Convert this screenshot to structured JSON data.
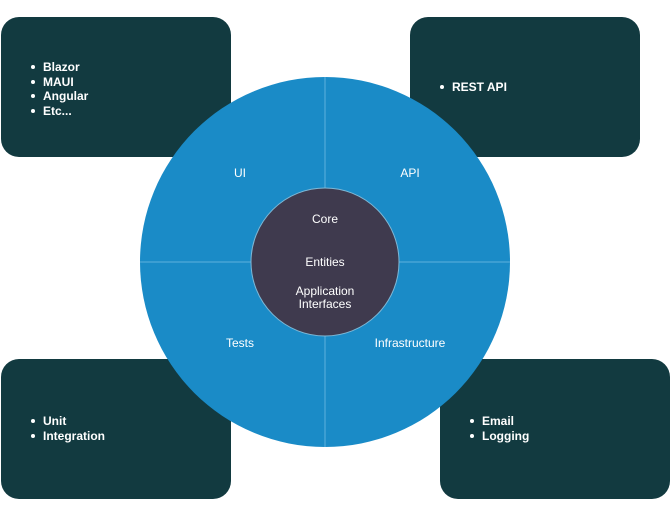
{
  "quadrants": {
    "ui": "UI",
    "api": "API",
    "tests": "Tests",
    "infrastructure": "Infrastructure"
  },
  "core": {
    "title": "Core",
    "entities": "Entities",
    "application_line1": "Application",
    "application_line2": "Interfaces"
  },
  "boxes": {
    "ui": [
      "Blazor",
      "MAUI",
      "Angular",
      "Etc..."
    ],
    "api": [
      "REST API"
    ],
    "tests": [
      "Unit",
      "Integration"
    ],
    "infrastructure": [
      "Email",
      "Logging"
    ]
  },
  "colors": {
    "box": "#123a40",
    "ring": "#1a8bc7",
    "core": "#3f3a4e"
  }
}
